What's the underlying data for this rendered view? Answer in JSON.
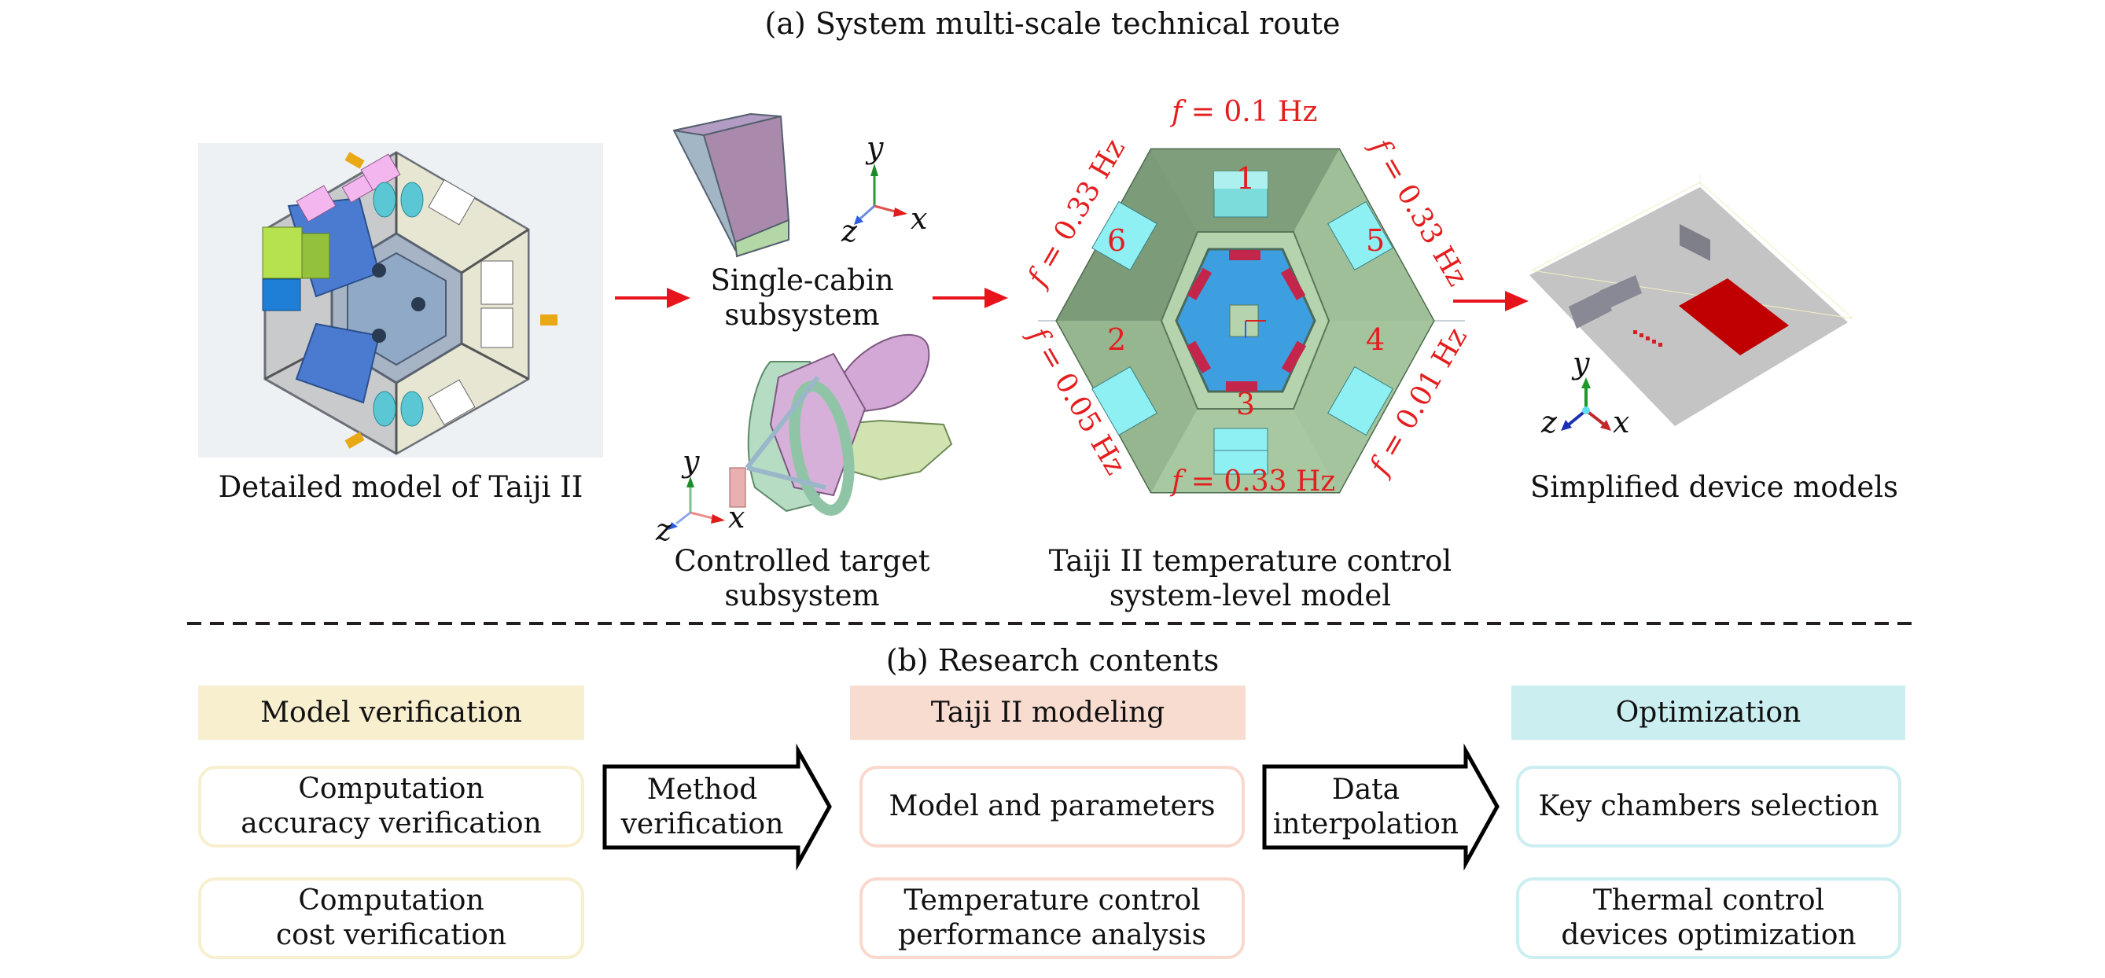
{
  "section_a": {
    "title": "(a) System multi-scale technical route",
    "panels": {
      "detailed_model": {
        "caption": "Detailed model of Taiji II"
      },
      "single_cabin": {
        "caption_line1": "Single-cabin",
        "caption_line2": "subsystem"
      },
      "controlled_target": {
        "caption_line1": "Controlled target",
        "caption_line2": "subsystem"
      },
      "system_level": {
        "caption_line1": "Taiji II temperature control",
        "caption_line2": "system-level model"
      },
      "simplified_devices": {
        "caption": "Simplified device models"
      }
    },
    "axes_labels": {
      "x": "x",
      "y": "y",
      "z": "z"
    },
    "hexagon": {
      "chamber_numbers": [
        "1",
        "2",
        "3",
        "4",
        "5",
        "6"
      ],
      "frequencies": {
        "top": {
          "var": "f",
          "value": "= 0.1 Hz"
        },
        "top_right": {
          "var": "f",
          "value": "= 0.33 Hz"
        },
        "bottom_right": {
          "var": "f",
          "value": "= 0.01 Hz"
        },
        "bottom": {
          "var": "f",
          "value": "= 0.33 Hz"
        },
        "bottom_left": {
          "var": "f",
          "value": "= 0.05 Hz"
        },
        "top_left": {
          "var": "f",
          "value": "= 0.33 Hz"
        }
      }
    }
  },
  "section_b": {
    "title": "(b) Research contents",
    "columns": [
      {
        "header": "Model verification",
        "header_color": "#f8efcf",
        "items": [
          {
            "line1": "Computation",
            "line2": "accuracy verification"
          },
          {
            "line1": "Computation",
            "line2": "cost verification"
          }
        ]
      },
      {
        "header": "Taiji II modeling",
        "header_color": "#f9dcd0",
        "items": [
          {
            "line1": "Model and parameters",
            "line2": ""
          },
          {
            "line1": "Temperature control",
            "line2": "performance analysis"
          }
        ]
      },
      {
        "header": "Optimization",
        "header_color": "#cbeef0",
        "items": [
          {
            "line1": "Key chambers selection",
            "line2": ""
          },
          {
            "line1": "Thermal control",
            "line2": "devices optimization"
          }
        ]
      }
    ],
    "arrows": [
      {
        "line1": "Method",
        "line2": "verification"
      },
      {
        "line1": "Data",
        "line2": "interpolation"
      }
    ]
  },
  "colors": {
    "arrow_red": "#e8141b",
    "label_red": "#e41e1e"
  }
}
